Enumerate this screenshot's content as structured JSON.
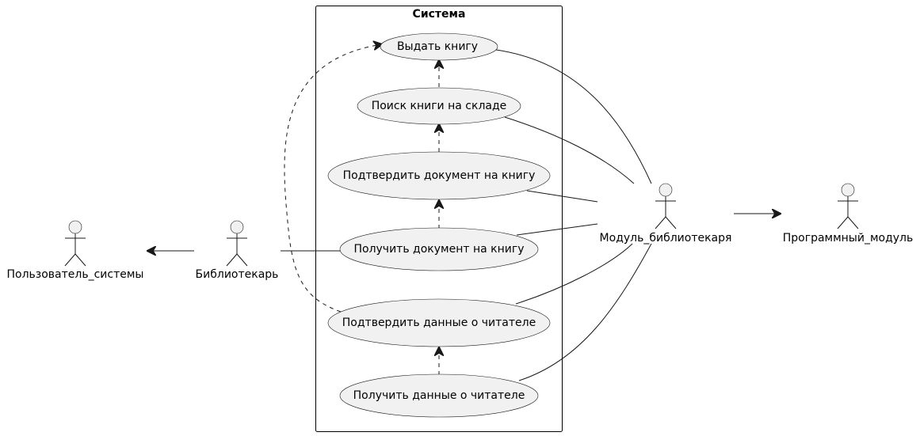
{
  "system": {
    "title": "Система"
  },
  "actors": {
    "user": "Пользователь_системы",
    "librarian": "Библиотекарь",
    "module": "Модуль_библиотекаря",
    "program": "Программный_модуль"
  },
  "use_cases": {
    "issue_book": "Выдать книгу",
    "find_book": "Поиск книги на складе",
    "confirm_doc": "Подтвердить документ на книгу",
    "get_doc": "Получить документ на книгу",
    "confirm_reader": "Подтвердить данные о читателе",
    "get_reader": "Получить данные о читателе"
  },
  "colors": {
    "fill": "#f1f1f1",
    "stroke": "#181818"
  }
}
